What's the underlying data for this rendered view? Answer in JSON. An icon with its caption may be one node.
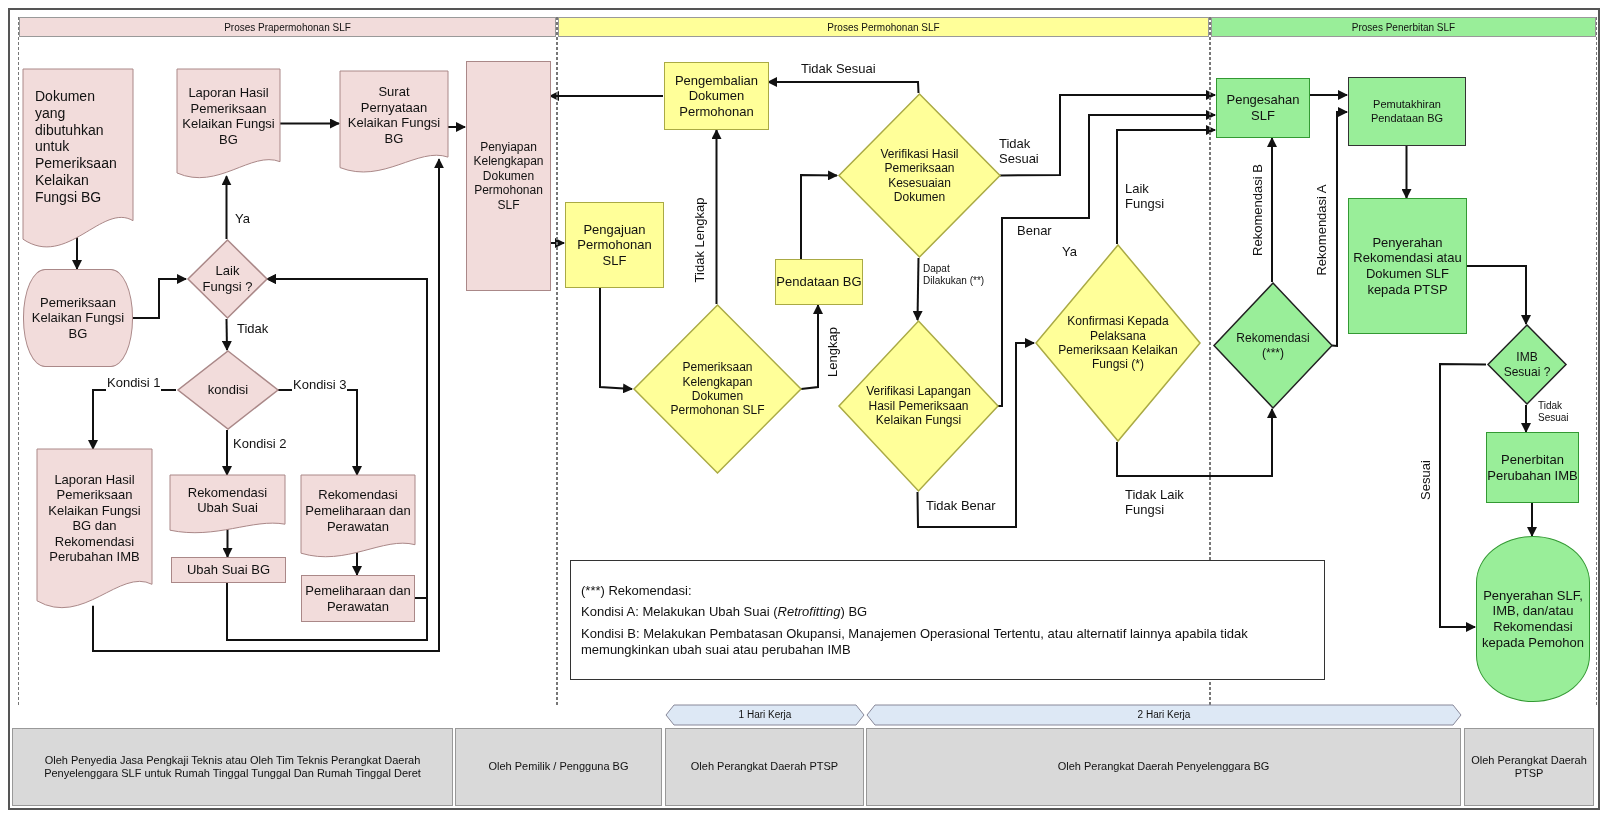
{
  "diagram": {
    "nodes": [
      {
        "text": [
          "Proses Prapermohonan SLF"
        ]
      },
      {
        "text": [
          "Dokumen yang dibutuhkan untuk Pemeriksaan Kelaikan Fungsi BG"
        ],
        "in": 0
      },
      {
        "text": [
          "Laporan Hasil Pemeriksaan Kelaikan Fungsi BG"
        ],
        "in": 0
      },
      {
        "text": [
          "Surat Pernyataan Kelaikan Fungsi BG"
        ],
        "in": 0
      },
      {
        "text": [
          "Penyiapan Kelengkapan Dokumen Permohonan SLF"
        ],
        "in": 0
      },
      {
        "text": [
          "Pemeriksaan Kelaikan Fungsi BG"
        ],
        "in": 0
      },
      {
        "text": [
          "Laik Fungsi ?"
        ],
        "in": 0
      },
      {
        "text": [
          "kondisi"
        ],
        "in": 0
      },
      {
        "text": [
          "Laporan Hasil Pemeriksaan Kelaikan Fungsi BG dan Rekomendasi Perubahan IMB"
        ],
        "in": 0
      },
      {
        "text": [
          "Rekomendasi Ubah Suai"
        ],
        "in": 0
      },
      {
        "text": [
          "Rekomendasi Pemeliharaan dan Perawatan"
        ],
        "in": 0
      },
      {
        "text": [
          "Ubah Suai BG"
        ],
        "in": 0
      },
      {
        "text": [
          "Pemeliharaan dan Perawatan"
        ],
        "in": 0
      },
      {
        "text": [
          "Proses Permohonan SLF"
        ]
      },
      {
        "text": [
          "Pengembalian Dokumen Permohonan"
        ],
        "in": 13
      },
      {
        "text": [
          "Verifikasi Hasil Pemeriksaan Kesesuaian Dokumen"
        ],
        "in": 13
      },
      {
        "text": [
          "Pengajuan Permohonan SLF"
        ],
        "in": 13
      },
      {
        "text": [
          "Pendataan BG"
        ],
        "in": 13
      },
      {
        "text": [
          "Pemeriksaan Kelengkapan Dokumen Permohonan SLF"
        ],
        "in": 13
      },
      {
        "text": [
          "Konfirmasi Kepada Pelaksana Pemeriksaan Kelaikan Fungsi (*)"
        ],
        "in": 13
      },
      {
        "text": [
          "Verifikasi Lapangan Hasil Pemeriksaan Kelaikan Fungsi"
        ],
        "in": 13
      },
      {
        "text": [
          "Proses Penerbitan SLF"
        ]
      },
      {
        "text": [
          "Pengesahan SLF"
        ],
        "in": 21
      },
      {
        "text": [
          "Pemutakhiran Pendataan BG"
        ],
        "in": 21
      },
      {
        "text": [
          "Penyerahan Rekomendasi atau Dokumen SLF kepada PTSP"
        ],
        "in": 21
      },
      {
        "text": [
          "Rekomendasi (***)"
        ],
        "in": 21
      },
      {
        "text": [
          "IMB Sesuai ?"
        ],
        "in": 21
      },
      {
        "text": [
          "Penerbitan Perubahan IMB"
        ],
        "in": 21
      },
      {
        "text": [
          "Penyerahan SLF, IMB, dan/atau Rekomendasi kepada Pemohon"
        ],
        "in": 21
      },
      {
        "text": [
          "(***) Rekomendasi:",
          "Kondisi A: Melakukan Ubah Suai (*Retrofitting*) BG",
          "Kondisi B: Melakukan Pembatasan Okupansi, Manajemen Operasional Tertentu, atau alternatif lainnya apabila tidak memungkinkan ubah suai atau perubahan IMB"
        ]
      },
      {
        "text": [
          "1 Hari Kerja"
        ]
      },
      {
        "text": [
          "2 Hari Kerja"
        ]
      },
      {
        "text": [
          "Oleh Penyedia Jasa Pengkaji Teknis atau Oleh Tim Teknis Perangkat Daerah Penyelenggara SLF untuk Rumah Tinggal Tunggal Dan Rumah Tinggal Deret"
        ]
      },
      {
        "text": [
          "Oleh Pemilik / Pengguna BG"
        ]
      },
      {
        "text": [
          "Oleh Perangkat Daerah PTSP"
        ]
      },
      {
        "text": [
          "Oleh Perangkat Daerah Penyelenggara BG"
        ]
      },
      {
        "text": [
          "Oleh Perangkat Daerah PTSP"
        ]
      }
    ],
    "edges": [
      {
        "from": 1,
        "to": 5,
        "arrow": "to"
      },
      {
        "from": 5,
        "to": 6,
        "arrow": "to"
      },
      {
        "from": 6,
        "to": 2,
        "label": "Ya",
        "arrow": "to"
      },
      {
        "from": 6,
        "to": 7,
        "label": "Tidak",
        "arrow": "to"
      },
      {
        "from": 7,
        "to": 8,
        "label": "Kondisi 1",
        "arrow": "to"
      },
      {
        "from": 7,
        "to": 9,
        "label": "Kondisi 2",
        "arrow": "to"
      },
      {
        "from": 7,
        "to": 10,
        "label": "Kondisi 3",
        "arrow": "to"
      },
      {
        "from": 9,
        "to": 11,
        "arrow": "to"
      },
      {
        "from": 10,
        "to": 12,
        "arrow": "to"
      },
      {
        "from": 12,
        "to": 6,
        "arrow": "to"
      },
      {
        "from": 11,
        "to": 6,
        "arrow": "to"
      },
      {
        "from": 8,
        "to": 3,
        "arrow": "to"
      },
      {
        "from": 2,
        "to": 3,
        "arrow": "to"
      },
      {
        "from": 3,
        "to": 4,
        "arrow": "to"
      },
      {
        "from": 4,
        "to": 16,
        "arrow": "to"
      },
      {
        "from": 14,
        "to": 4,
        "arrow": "to"
      },
      {
        "from": 16,
        "to": 18,
        "arrow": "to"
      },
      {
        "from": 18,
        "to": 14,
        "label": "Tidak Lengkap",
        "arrow": "to"
      },
      {
        "from": 18,
        "to": 17,
        "label": "Lengkap",
        "arrow": "to"
      },
      {
        "from": 17,
        "to": 15,
        "arrow": "to"
      },
      {
        "from": 15,
        "to": 14,
        "label": "Tidak Sesuai",
        "arrow": "to"
      },
      {
        "from": 15,
        "to": 22,
        "label": "Tidak Sesuai",
        "arrow": "to"
      },
      {
        "from": 15,
        "to": 20,
        "label": "Dapat Dilakukan (**)",
        "arrow": "to"
      },
      {
        "from": 20,
        "to": 22,
        "label": "Benar",
        "arrow": "to"
      },
      {
        "from": 20,
        "to": 19,
        "label": "Tidak Benar",
        "arrow": "to"
      },
      {
        "from": 19,
        "to": 22,
        "label": "Laik Fungsi",
        "arrow": "to"
      },
      {
        "from": 19,
        "to": 25,
        "label": "Tidak Laik Fungsi",
        "arrow": "to"
      },
      {
        "from": 25,
        "to": 22,
        "label": "Rekomendasi B",
        "arrow": "to"
      },
      {
        "from": 25,
        "to": 23,
        "label": "Rekomendasi A",
        "arrow": "to"
      },
      {
        "from": 22,
        "to": 23,
        "arrow": "to"
      },
      {
        "from": 23,
        "to": 24,
        "arrow": "to"
      },
      {
        "from": 24,
        "to": 26,
        "arrow": "to"
      },
      {
        "from": 26,
        "to": 27,
        "label": "Tidak Sesuai",
        "arrow": "to"
      },
      {
        "from": 26,
        "to": 28,
        "label": "Sesuai",
        "arrow": "to"
      },
      {
        "from": 27,
        "to": 28,
        "arrow": "to"
      }
    ],
    "labels": [
      "Ya"
    ]
  }
}
